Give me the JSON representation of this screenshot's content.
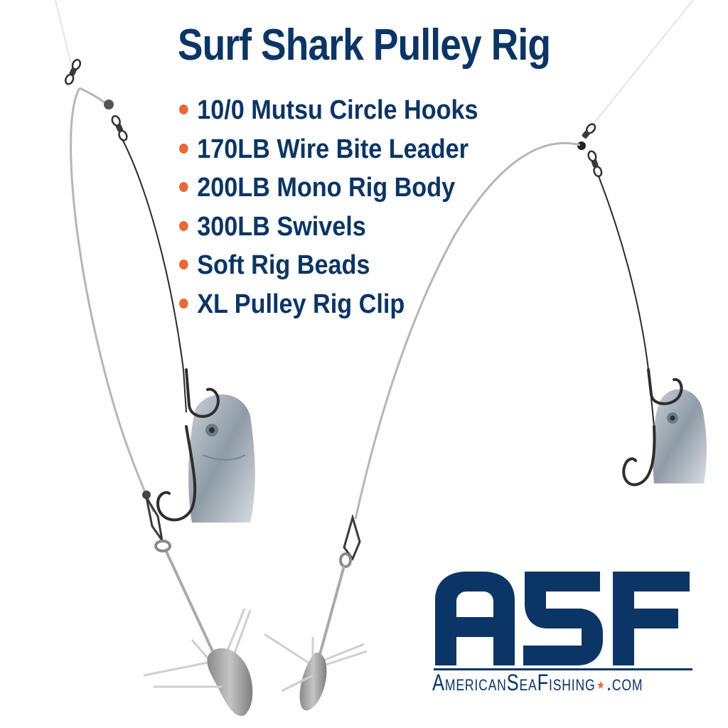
{
  "title": "Surf Shark Pulley Rig",
  "features": [
    "10/0 Mutsu Circle Hooks",
    "170LB Wire Bite Leader",
    "200LB Mono Rig Body",
    "300LB Swivels",
    "Soft Rig Beads",
    "XL Pulley Rig Clip"
  ],
  "logo": {
    "letters": "ASF",
    "site": {
      "part1": "AmericanSeaFishing",
      "star": "★",
      "part2": ".com"
    }
  },
  "colors": {
    "navy": "#0b3564",
    "orange": "#e8683a",
    "mono_line": "#b6b6b6",
    "wire": "#2a2a2a",
    "lead": "#9a9a9a",
    "bait": "#a9b3bc"
  },
  "icons": [
    "swivel-icon",
    "bead-icon",
    "circle-hook-icon",
    "pulley-clip-icon",
    "sinker-icon",
    "bait-fish-icon"
  ]
}
